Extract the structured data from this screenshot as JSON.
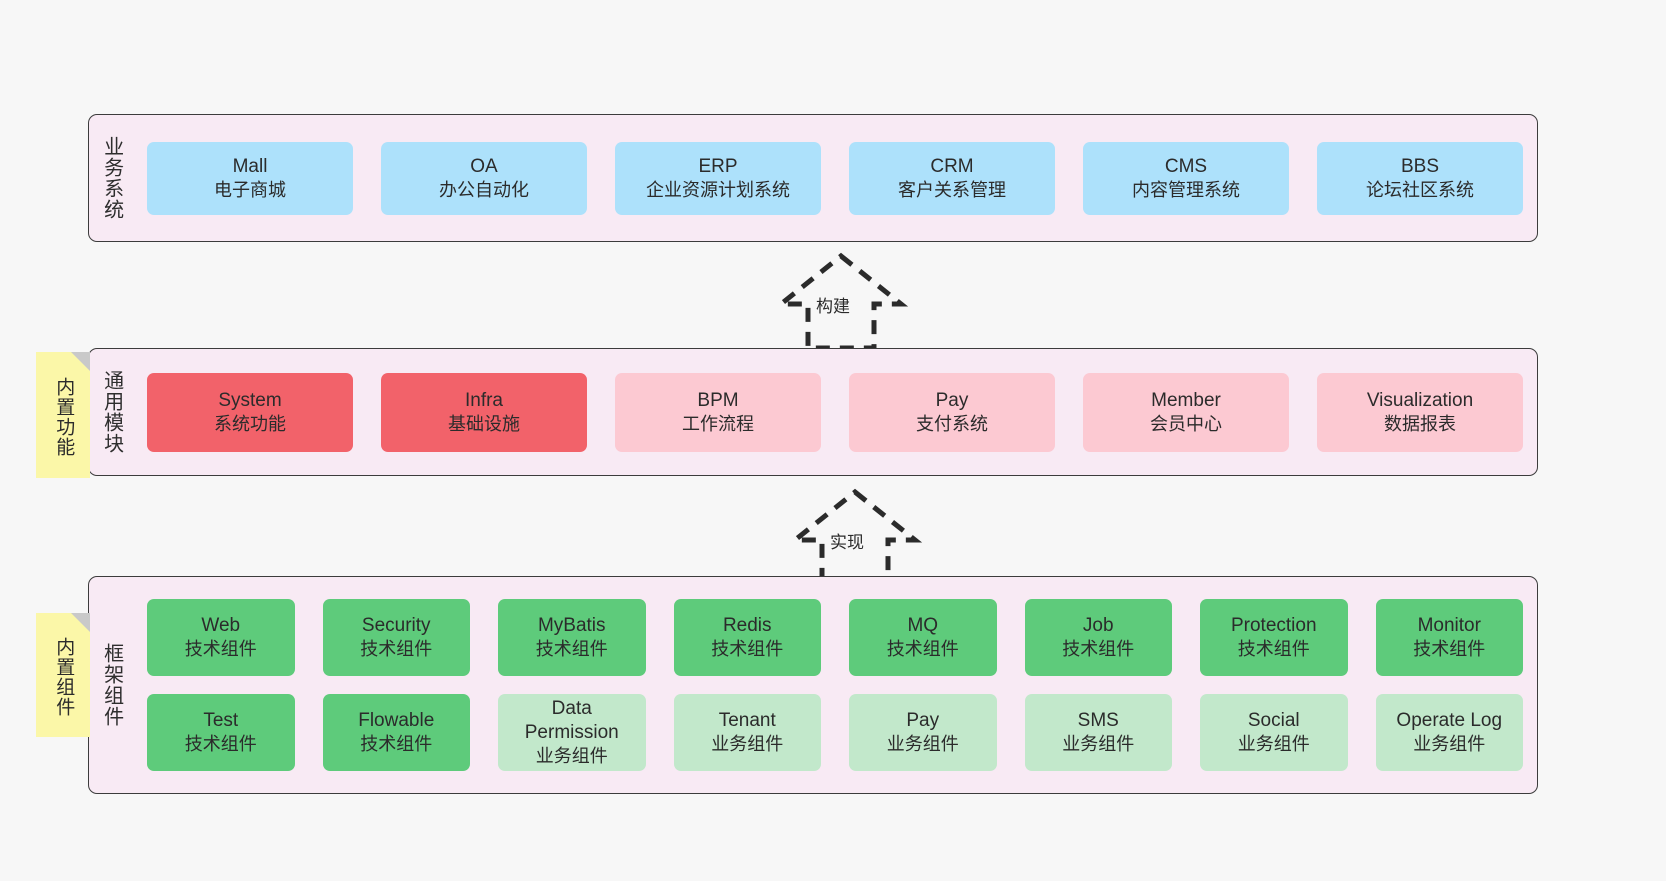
{
  "layers": [
    {
      "id": "business",
      "title": "业务系统",
      "rows": [
        {
          "style": "c-blue",
          "cards": [
            {
              "name": "Mall",
              "desc": "电子商城"
            },
            {
              "name": "OA",
              "desc": "办公自动化"
            },
            {
              "name": "ERP",
              "desc": "企业资源计划系统"
            },
            {
              "name": "CRM",
              "desc": "客户关系管理"
            },
            {
              "name": "CMS",
              "desc": "内容管理系统"
            },
            {
              "name": "BBS",
              "desc": "论坛社区系统"
            }
          ]
        }
      ]
    },
    {
      "id": "common",
      "title": "通用模块",
      "rows": [
        {
          "cards": [
            {
              "name": "System",
              "desc": "系统功能",
              "style": "c-red"
            },
            {
              "name": "Infra",
              "desc": "基础设施",
              "style": "c-red"
            },
            {
              "name": "BPM",
              "desc": "工作流程",
              "style": "c-pink"
            },
            {
              "name": "Pay",
              "desc": "支付系统",
              "style": "c-pink"
            },
            {
              "name": "Member",
              "desc": "会员中心",
              "style": "c-pink"
            },
            {
              "name": "Visualization",
              "desc": "数据报表",
              "style": "c-pink"
            }
          ]
        }
      ]
    },
    {
      "id": "framework",
      "title": "框架组件",
      "rows": [
        {
          "cards": [
            {
              "name": "Web",
              "desc": "技术组件",
              "style": "c-green"
            },
            {
              "name": "Security",
              "desc": "技术组件",
              "style": "c-green"
            },
            {
              "name": "MyBatis",
              "desc": "技术组件",
              "style": "c-green"
            },
            {
              "name": "Redis",
              "desc": "技术组件",
              "style": "c-green"
            },
            {
              "name": "MQ",
              "desc": "技术组件",
              "style": "c-green"
            },
            {
              "name": "Job",
              "desc": "技术组件",
              "style": "c-green"
            },
            {
              "name": "Protection",
              "desc": "技术组件",
              "style": "c-green"
            },
            {
              "name": "Monitor",
              "desc": "技术组件",
              "style": "c-green"
            }
          ]
        },
        {
          "cards": [
            {
              "name": "Test",
              "desc": "技术组件",
              "style": "c-green"
            },
            {
              "name": "Flowable",
              "desc": "技术组件",
              "style": "c-green"
            },
            {
              "name": "Data Permission",
              "desc": "业务组件",
              "style": "c-lightgreen"
            },
            {
              "name": "Tenant",
              "desc": "业务组件",
              "style": "c-lightgreen"
            },
            {
              "name": "Pay",
              "desc": "业务组件",
              "style": "c-lightgreen"
            },
            {
              "name": "SMS",
              "desc": "业务组件",
              "style": "c-lightgreen"
            },
            {
              "name": "Social",
              "desc": "业务组件",
              "style": "c-lightgreen"
            },
            {
              "name": "Operate Log",
              "desc": "业务组件",
              "style": "c-lightgreen"
            }
          ]
        }
      ]
    }
  ],
  "notes": [
    {
      "id": "note-common",
      "text": "内置功能"
    },
    {
      "id": "note-framework",
      "text": "内置组件"
    }
  ],
  "connectors": [
    {
      "id": "conn-build",
      "label": "构建"
    },
    {
      "id": "conn-impl",
      "label": "实现"
    }
  ],
  "colors": {
    "panel_bg": "#f8eaf4",
    "panel_border": "#3c3c3c",
    "business_card": "#ade1fb",
    "common_primary": "#f2626a",
    "common_secondary": "#fcc9d2",
    "framework_tech": "#5ecb7b",
    "framework_biz": "#c2e8cb",
    "note_bg": "#fbf7a8",
    "note_fold": "#c9c9c9",
    "canvas_bg": "#f7f7f7",
    "text": "#2b2b2b"
  }
}
